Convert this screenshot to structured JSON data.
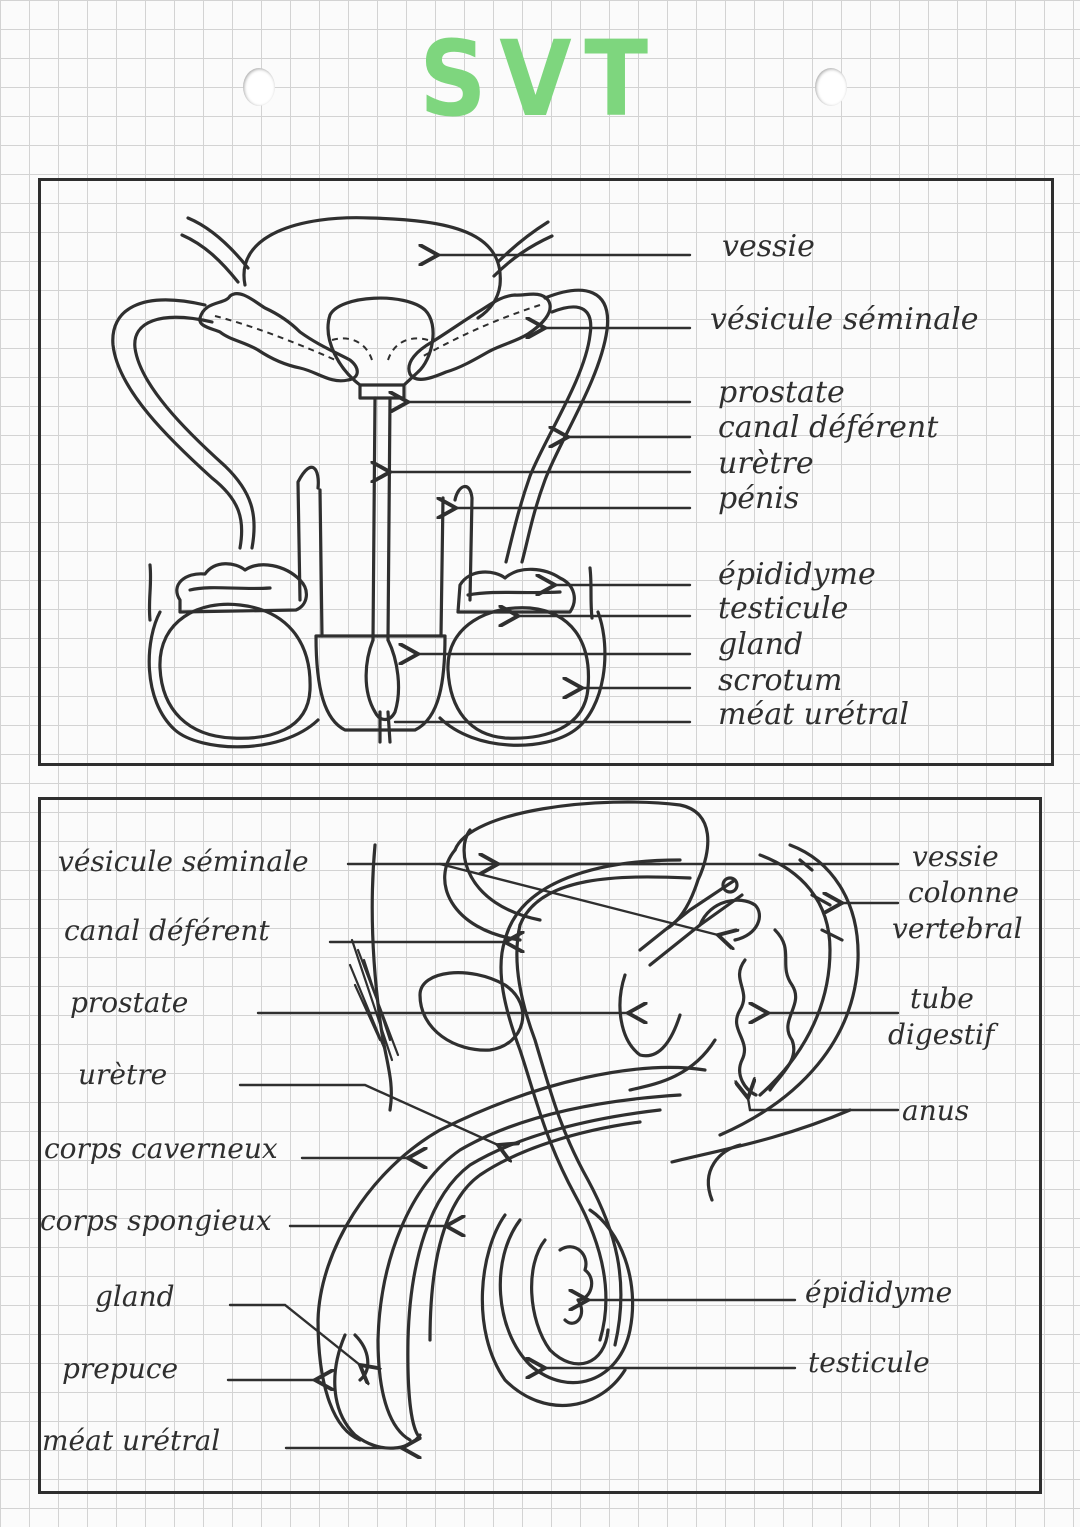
{
  "title": "SVT",
  "front_view": {
    "labels": [
      "vessie",
      "vésicule séminale",
      "prostate",
      "canal déférent",
      "urètre",
      "pénis",
      "épididyme",
      "testicule",
      "gland",
      "scrotum",
      "méat urétral"
    ]
  },
  "side_view": {
    "left_labels": [
      "vésicule séminale",
      "canal déférent",
      "prostate",
      "urètre",
      "corps caverneux",
      "corps spongieux",
      "gland",
      "prepuce",
      "méat urétral"
    ],
    "right_labels": {
      "vessie": "vessie",
      "colonne_line1": "colonne",
      "colonne_line2": "vertebral",
      "tube_line1": "tube",
      "tube_line2": "digestif",
      "anus": "anus",
      "epididyme": "épididyme",
      "testicule": "testicule"
    }
  },
  "colors": {
    "title": "#7ed67e",
    "ink": "#2f2f2f",
    "grid": "#d3d3d3"
  }
}
